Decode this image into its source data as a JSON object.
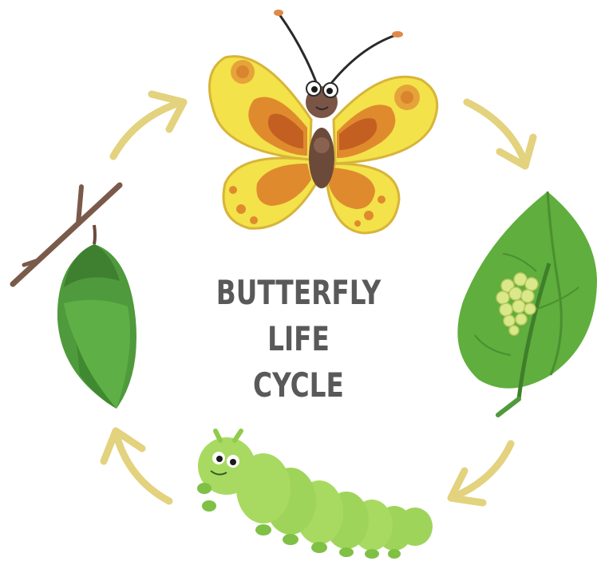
{
  "title": {
    "line1": "BUTTERFLY",
    "line2": "LIFE",
    "line3": "CYCLE"
  },
  "stages": [
    {
      "name": "butterfly-stage",
      "icon": "butterfly-icon"
    },
    {
      "name": "eggs-on-leaf-stage",
      "icon": "egg-leaf-icon"
    },
    {
      "name": "caterpillar-stage",
      "icon": "caterpillar-icon"
    },
    {
      "name": "chrysalis-stage",
      "icon": "chrysalis-icon"
    }
  ],
  "colors": {
    "title": "#595959",
    "arrow": "#e3d27e",
    "wing_yellow": "#f3e24a",
    "wing_orange": "#e08a2e",
    "leaf_green": "#5fae3e",
    "caterpillar_green": "#9fd45a",
    "chrysalis_green": "#4f9a3c",
    "twig_brown": "#7a5a4a"
  }
}
